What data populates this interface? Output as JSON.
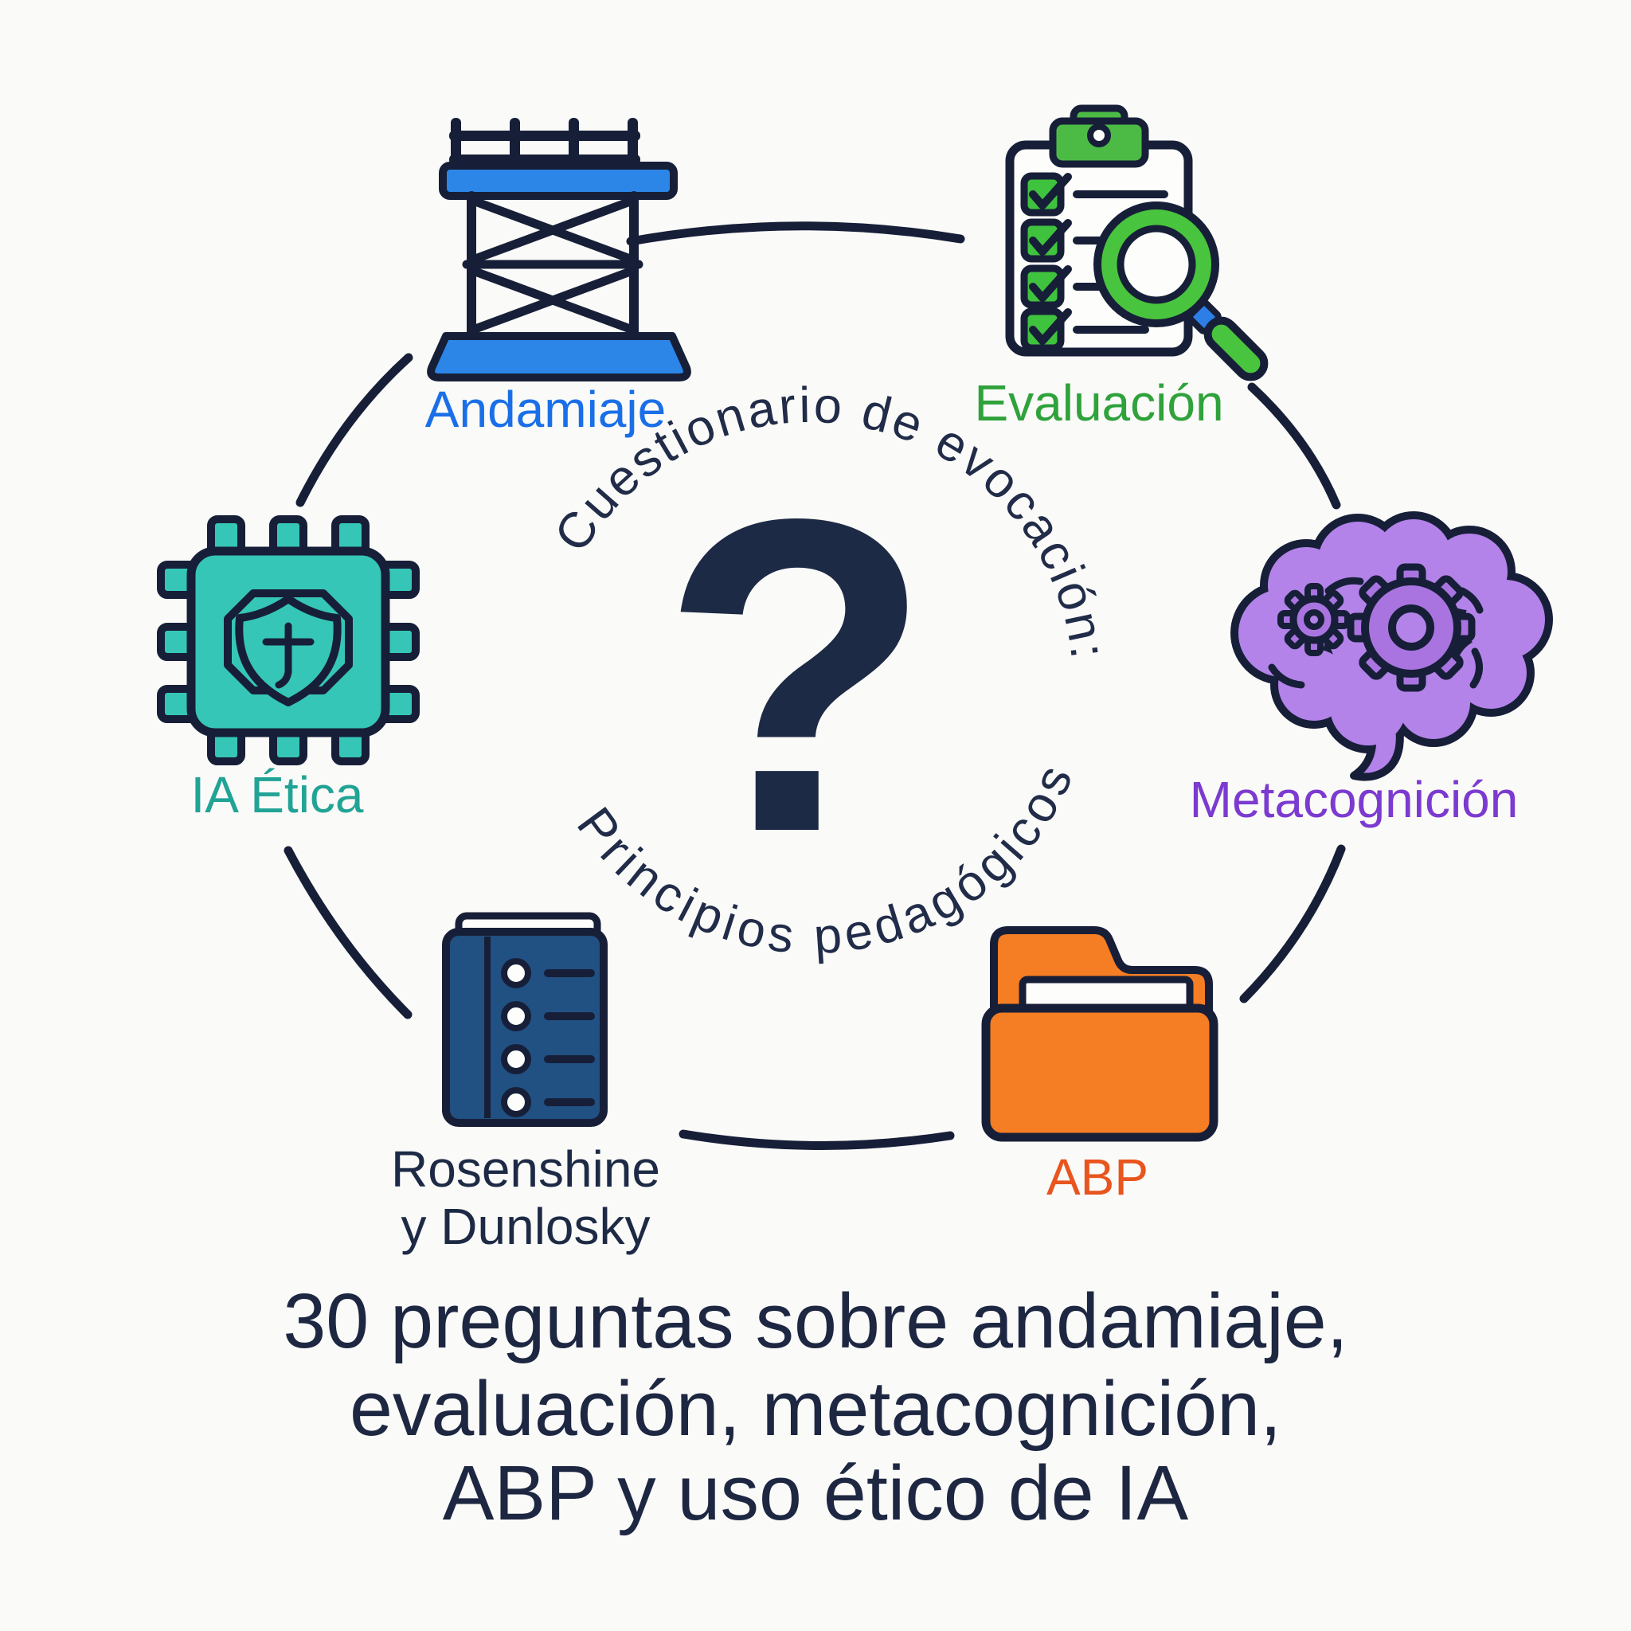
{
  "center": {
    "ring_top": "Cuestionario de evocación:",
    "ring_bottom": "Principios pedagógicos",
    "question_mark": "?"
  },
  "nodes": [
    {
      "id": "andamiaje",
      "label": "Andamiaje",
      "label_color": "#1a6fe8",
      "icon": "scaffold-icon",
      "icon_color": "#2b86e8"
    },
    {
      "id": "evaluacion",
      "label": "Evaluación",
      "label_color": "#2fa23b",
      "icon": "clipboard-magnifier-icon",
      "icon_color": "#49c43e"
    },
    {
      "id": "metacognicion",
      "label": "Metacognición",
      "label_color": "#7b3ad0",
      "icon": "brain-gears-icon",
      "icon_color": "#b383e9"
    },
    {
      "id": "ia-etica",
      "label": "IA Ética",
      "label_color": "#21a396",
      "icon": "chip-shield-icon",
      "icon_color": "#36c6b7"
    },
    {
      "id": "rosenshine",
      "label": "Rosenshine y Dunlosky",
      "label_line1": "Rosenshine",
      "label_line2": "y Dunlosky",
      "label_color": "#1d2a45",
      "icon": "book-icon",
      "icon_color": "#215083"
    },
    {
      "id": "abp",
      "label": "ABP",
      "label_color": "#e8551e",
      "icon": "folder-icon",
      "icon_color": "#f57d23"
    }
  ],
  "caption": {
    "line1": "30 preguntas sobre andamiaje,",
    "line2": "evaluación, metacognición,",
    "line3": "ABP y uso ético de IA"
  },
  "colors": {
    "background": "#fafaf8",
    "outline": "#171f38",
    "ring_text": "#212c49",
    "caption_text": "#1d2742"
  }
}
